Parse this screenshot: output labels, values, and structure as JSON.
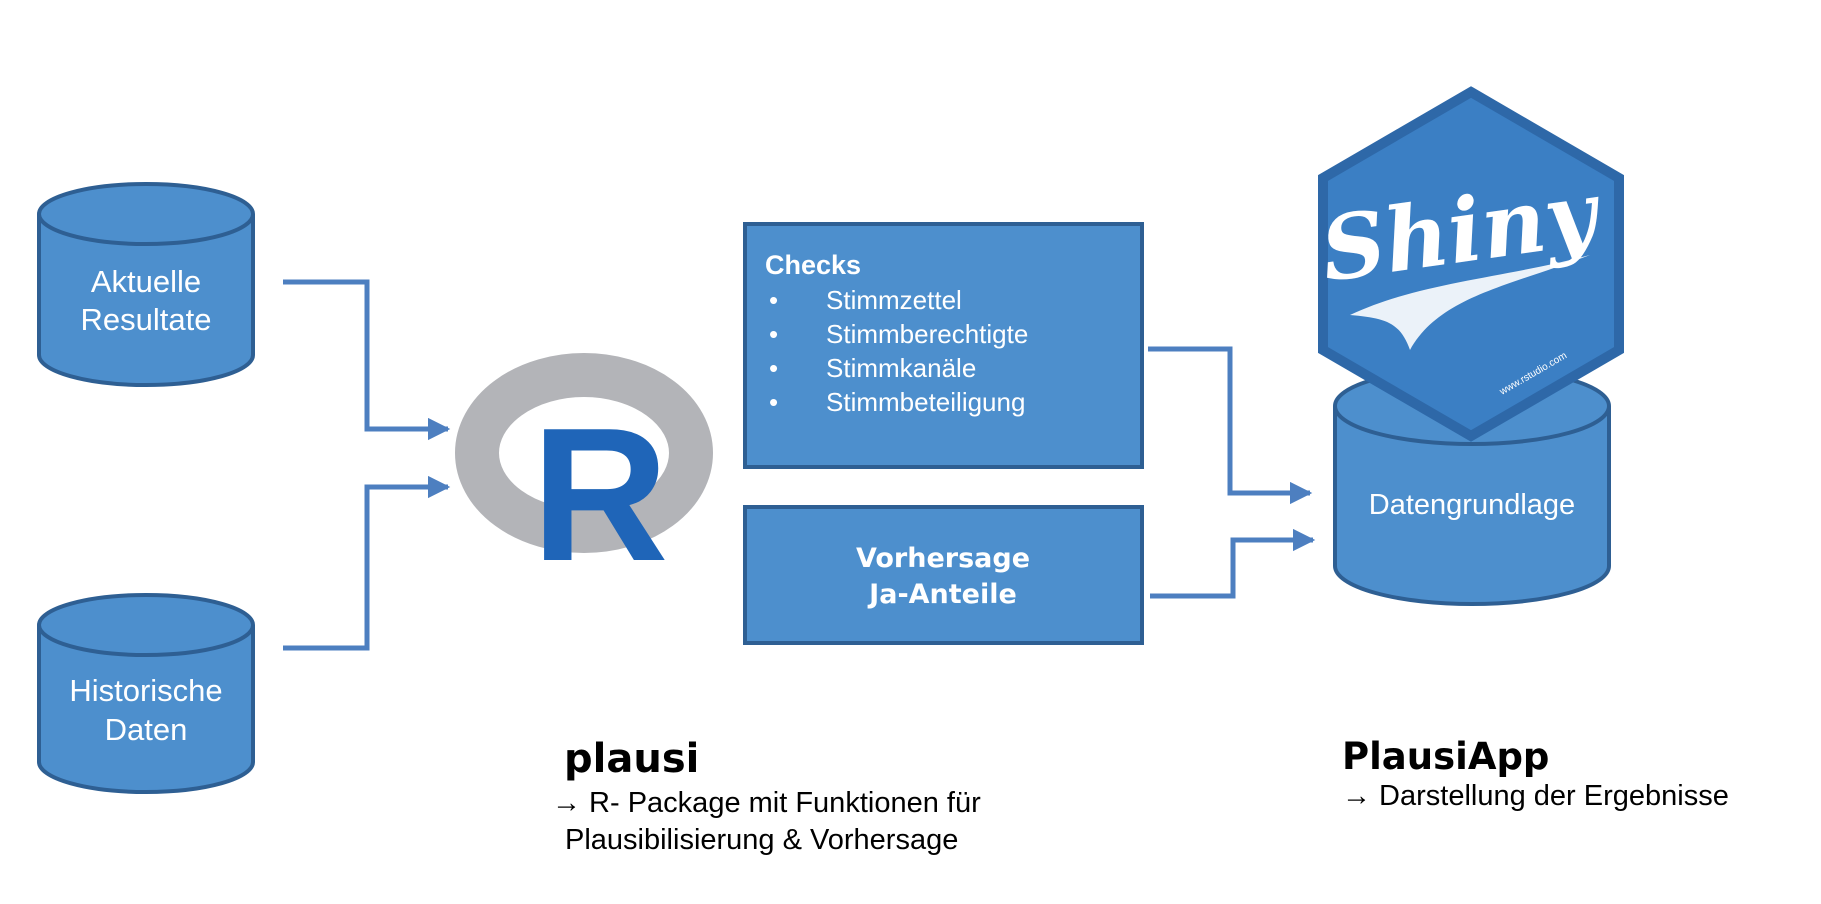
{
  "sources": {
    "aktuelle": [
      "Aktuelle",
      "Resultate"
    ],
    "historische": [
      "Historische",
      "Daten"
    ]
  },
  "r_logo": {
    "letter": "R"
  },
  "checks_box": {
    "title": "Checks",
    "bullet_symbol": "•",
    "items": [
      "Stimmzettel",
      "Stimmberechtigte",
      "Stimmkanäle",
      "Stimmbeteiligung"
    ]
  },
  "forecast_box": {
    "lines": [
      "Vorhersage",
      "Ja-Anteile"
    ]
  },
  "shiny_badge": {
    "wordmark": "Shiny",
    "url": "www.rstudio.com"
  },
  "target_db": {
    "label": "Datengrundlage"
  },
  "captions": {
    "plausi": {
      "title": "plausi",
      "line1": "→  R- Package mit Funktionen für",
      "line2": "Plausibilisierung & Vorhersage"
    },
    "app": {
      "title": "PlausiApp",
      "line1": "→ Darstellung der Ergebnisse"
    }
  },
  "colors": {
    "fill": "#4d8fcd",
    "stroke": "#2e5f93",
    "arrow": "#4d7fc0",
    "r_ring": "#b3b4b8",
    "r_letter": "#1f65b8",
    "hex_fill": "#3b7fc4",
    "hex_stroke": "#2e68a8"
  }
}
